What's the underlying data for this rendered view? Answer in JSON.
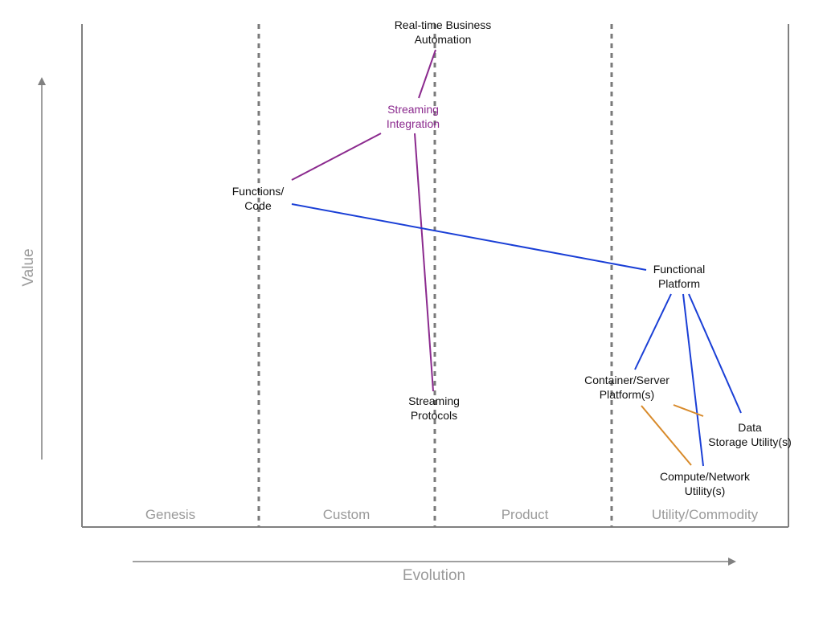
{
  "axes": {
    "x_title": "Evolution",
    "y_title": "Value",
    "axis_color": "#808080",
    "label_color": "#9a9a9a"
  },
  "stages": [
    {
      "id": "genesis",
      "label": "Genesis"
    },
    {
      "id": "custom",
      "label": "Custom"
    },
    {
      "id": "product",
      "label": "Product"
    },
    {
      "id": "utility",
      "label": "Utility/Commodity"
    }
  ],
  "colors": {
    "purple": "#8b2a8e",
    "blue": "#1a3fd6",
    "orange": "#d88a2a",
    "node_text": "#111111",
    "stage_divider": "#7a7a7a"
  },
  "nodes": [
    {
      "id": "rtba",
      "lines": [
        "Real-time Business",
        "Automation"
      ],
      "color": "node_text"
    },
    {
      "id": "streaming-integration",
      "lines": [
        "Streaming",
        "Integration"
      ],
      "color": "purple"
    },
    {
      "id": "functions-code",
      "lines": [
        "Functions/",
        "Code"
      ],
      "color": "node_text"
    },
    {
      "id": "functional-platform",
      "lines": [
        "Functional",
        "Platform"
      ],
      "color": "node_text"
    },
    {
      "id": "streaming-protocols",
      "lines": [
        "Streaming",
        "Protocols"
      ],
      "color": "node_text"
    },
    {
      "id": "container-server-platforms",
      "lines": [
        "Container/Server",
        "Platform(s)"
      ],
      "color": "node_text"
    },
    {
      "id": "data-storage-utility",
      "lines": [
        "Data",
        "Storage Utility(s)"
      ],
      "color": "node_text"
    },
    {
      "id": "compute-network-utility",
      "lines": [
        "Compute/Network",
        "Utility(s)"
      ],
      "color": "node_text"
    }
  ],
  "links": [
    {
      "from": "rtba",
      "to": "streaming-integration",
      "color": "purple"
    },
    {
      "from": "streaming-integration",
      "to": "functions-code",
      "color": "purple"
    },
    {
      "from": "streaming-integration",
      "to": "streaming-protocols",
      "color": "purple"
    },
    {
      "from": "functions-code",
      "to": "functional-platform",
      "color": "blue"
    },
    {
      "from": "functional-platform",
      "to": "container-server-platforms",
      "color": "blue"
    },
    {
      "from": "functional-platform",
      "to": "compute-network-utility",
      "color": "blue"
    },
    {
      "from": "functional-platform",
      "to": "data-storage-utility",
      "color": "blue"
    },
    {
      "from": "container-server-platforms",
      "to": "compute-network-utility",
      "color": "orange"
    },
    {
      "from": "container-server-platforms",
      "to": "data-storage-utility",
      "color": "orange"
    }
  ]
}
